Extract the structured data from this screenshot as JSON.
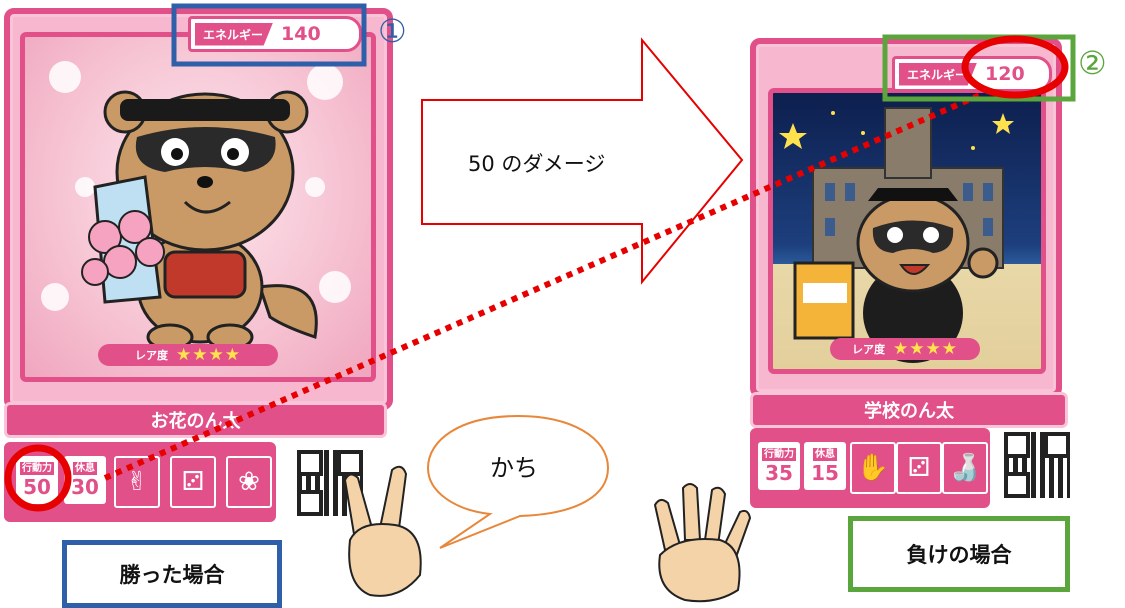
{
  "left_card": {
    "energy_label": "エネルギー",
    "energy_value": "140",
    "rarity_label": "レア度",
    "rarity_stars": "★★★★",
    "name": "お花のん太",
    "action_label": "行動力",
    "action_value": "50",
    "rest_label": "休息",
    "rest_value": "30"
  },
  "right_card": {
    "energy_label": "エネルギー",
    "energy_value": "120",
    "rarity_label": "レア度",
    "rarity_stars": "★★★★",
    "name": "学校のん太",
    "action_label": "行動力",
    "action_value": "35",
    "rest_label": "休息",
    "rest_value": "15"
  },
  "annotations": {
    "marker_1": "①",
    "marker_2": "②",
    "arrow_text": "50 のダメージ",
    "bubble_text": "かち",
    "win_label": "勝った場合",
    "lose_label": "負けの場合"
  },
  "colors": {
    "card_pink": "#e2508a",
    "blue_box": "#2f5fa8",
    "green_box": "#5aa53c",
    "red_highlight": "#e60000",
    "bubble_orange": "#e8873a"
  }
}
